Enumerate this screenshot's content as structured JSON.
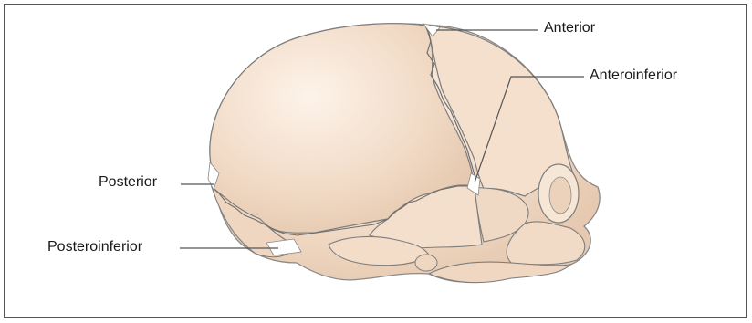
{
  "labels": {
    "anterior": "Anterior",
    "anteroinferior": "Anteroinferior",
    "posterior": "Posterior",
    "posteroinferior": "Posteroinferior"
  },
  "colors": {
    "bone": "#f2dcc8",
    "bone_light": "#fbeee2",
    "bone_shadow": "#dcbfa5",
    "suture": "#6e6e6e",
    "leader": "#555555",
    "border": "#555555"
  }
}
